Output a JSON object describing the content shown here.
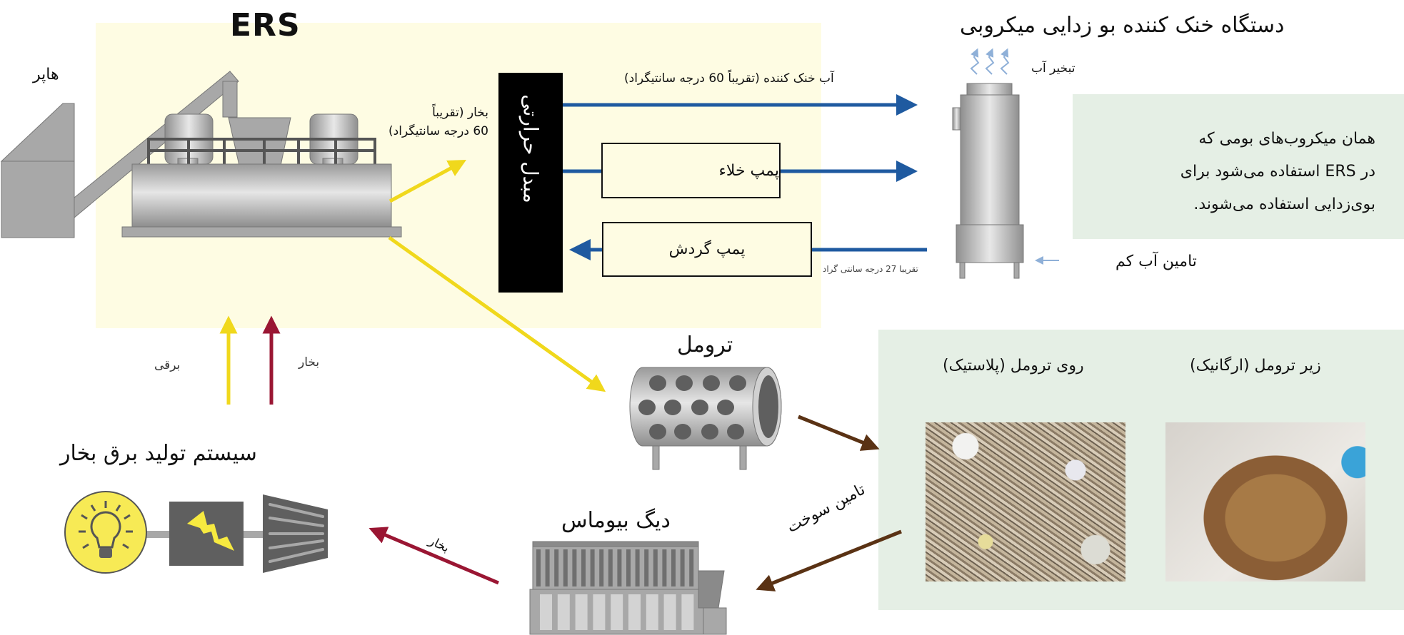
{
  "ers": {
    "title": "ERS",
    "hopper_label": "هاپر",
    "steam_out_label_line1": "بخار (تقریباً",
    "steam_out_label_line2": "60 درجه سانتیگراد)",
    "heat_exchanger_label": "مبدل حرارتی",
    "cooling_water_label": "آب خنک کننده (تقریباً 60 درجه سانتیگراد)",
    "vacuum_pump_label": "پمپ خلاء",
    "circulation_pump_label": "پمپ گردش",
    "return_temp_label": "تقریبا 27 درجه سانتی گراد",
    "electric_input_label": "برقی",
    "steam_input_label": "بخار"
  },
  "cooling_tower": {
    "title": "دستگاه خنک کننده بو زدایی میکروبی",
    "evaporation_label": "تبخیر آب",
    "water_supply_label": "تامین آب کم",
    "note_lines": [
      "همان میکروب‌های بومی که",
      "در ERS استفاده می‌شود برای",
      "بوی‌زدایی استفاده می‌شوند."
    ]
  },
  "trommel": {
    "label": "ترومل",
    "over_label": "روی ترومل (پلاستیک)",
    "under_label": "زیر ترومل (ارگانیک)",
    "fuel_supply_label": "تامین سوخت"
  },
  "boiler": {
    "label": "دیگ بیوماس",
    "steam_label": "بخار"
  },
  "power_system": {
    "title": "سیستم تولید برق بخار",
    "icons": [
      "lightbulb-icon",
      "generator-lightning-icon",
      "steam-turbine-icon"
    ]
  },
  "colors": {
    "ers_panel": "#fefce3",
    "green_panel": "#e5efe5",
    "water_blue": "#1f5aa0",
    "power_yellow": "#f0d81c",
    "steam_red": "#9a1633",
    "fuel_brown": "#5a3214",
    "light_blue": "#8fb0d8",
    "machine_gray": "#a8a8a8"
  }
}
